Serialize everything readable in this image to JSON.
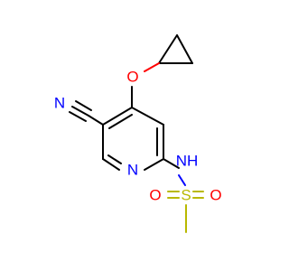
{
  "colors": {
    "carbon_bond": "#000000",
    "nitrogen": "#0000ff",
    "oxygen": "#ff0000",
    "sulfur": "#b8b800",
    "background": "#ffffff"
  },
  "atoms": {
    "nitrile_n": "N",
    "ether_o": "O",
    "ring_n": "N",
    "amide_nh": "NH",
    "sulfur": "S",
    "sulfonyl_o_left": "O",
    "sulfonyl_o_right": "O"
  }
}
